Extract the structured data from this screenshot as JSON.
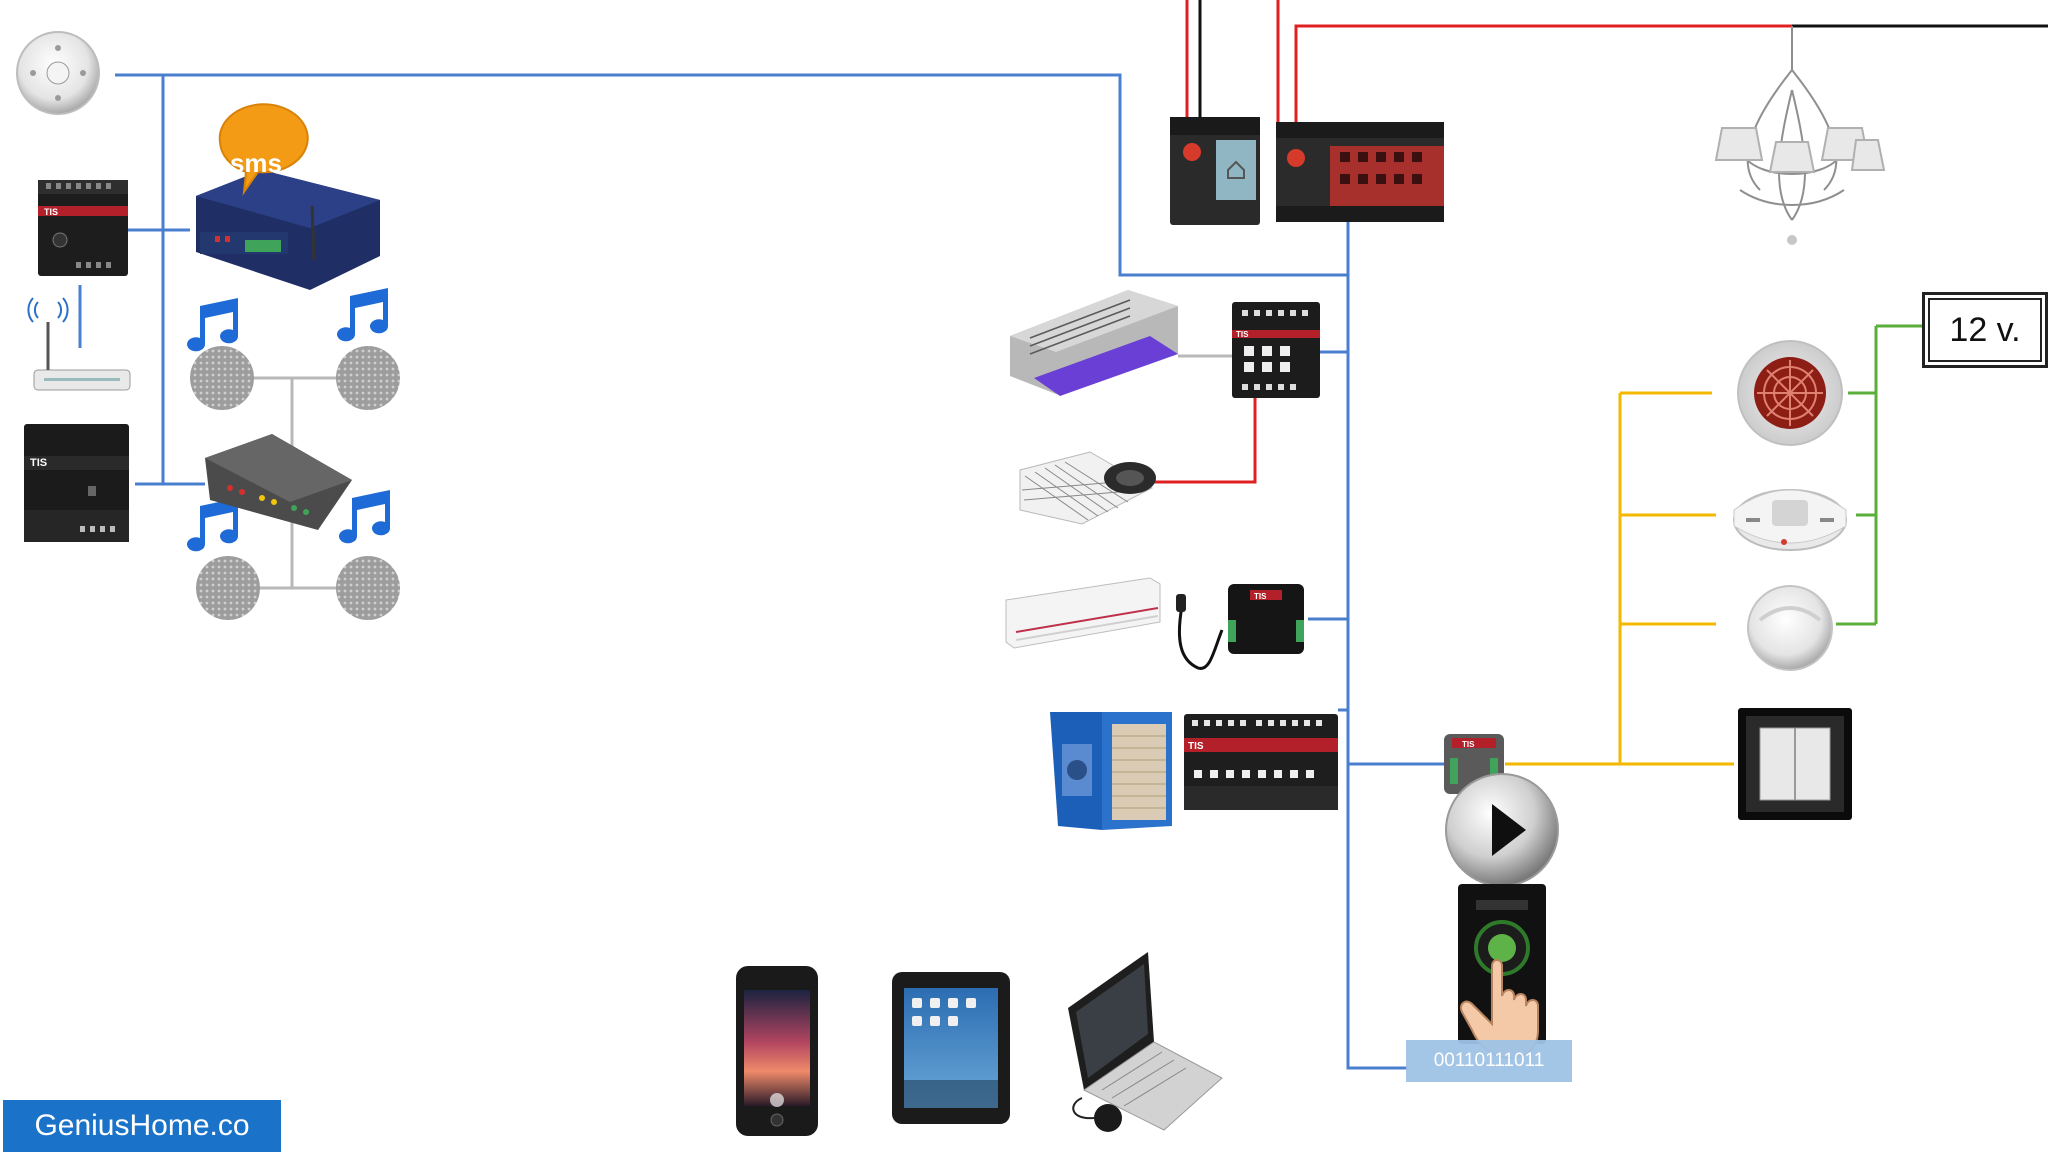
{
  "labels": {
    "voltage": "12 v.",
    "binary": "00110111011",
    "sms_badge": "sms",
    "brand": "GeniusHome.co",
    "module_brand": "TIS"
  },
  "colors": {
    "bus_line": "#4a7fd0",
    "power_red": "#e02020",
    "power_black": "#111111",
    "sensor_yellow": "#f5b800",
    "power_green": "#5aae3a",
    "speaker_link": "#b8b8b8",
    "brand_badge": "#1a73c8"
  },
  "devices": [
    {
      "id": "ceiling-sensor",
      "icon": "motion-sensor-icon"
    },
    {
      "id": "tis-module-left",
      "icon": "din-module-icon"
    },
    {
      "id": "sms-gateway",
      "icon": "sms-gateway-icon"
    },
    {
      "id": "wifi-router",
      "icon": "router-icon"
    },
    {
      "id": "audio-module",
      "icon": "din-module-icon"
    },
    {
      "id": "audio-amplifier",
      "icon": "amplifier-icon"
    },
    {
      "id": "speakers",
      "icon": "speaker-icon"
    },
    {
      "id": "power-supply",
      "icon": "power-supply-icon"
    },
    {
      "id": "relay-module",
      "icon": "relay-module-icon"
    },
    {
      "id": "chandelier",
      "icon": "chandelier-icon"
    },
    {
      "id": "fan-coil-unit",
      "icon": "fan-coil-icon"
    },
    {
      "id": "hvac-module",
      "icon": "din-module-icon"
    },
    {
      "id": "floor-heating-mat",
      "icon": "floor-heating-icon"
    },
    {
      "id": "split-ac",
      "icon": "split-ac-icon"
    },
    {
      "id": "ir-module",
      "icon": "ir-module-icon"
    },
    {
      "id": "evaporative-cooler",
      "icon": "cooler-icon"
    },
    {
      "id": "relay-bank",
      "icon": "relay-bank-icon"
    },
    {
      "id": "dry-contact-module",
      "icon": "dry-contact-icon"
    },
    {
      "id": "heat-detector",
      "icon": "heat-detector-icon"
    },
    {
      "id": "smoke-detector",
      "icon": "smoke-detector-icon"
    },
    {
      "id": "pir-sensor",
      "icon": "pir-sensor-icon"
    },
    {
      "id": "wall-switch",
      "icon": "wall-switch-icon"
    },
    {
      "id": "play-button",
      "icon": "play-icon"
    },
    {
      "id": "touch-panel",
      "icon": "touch-panel-icon"
    },
    {
      "id": "smartphone",
      "icon": "smartphone-icon"
    },
    {
      "id": "tablet",
      "icon": "tablet-icon"
    },
    {
      "id": "laptop",
      "icon": "laptop-icon"
    }
  ]
}
